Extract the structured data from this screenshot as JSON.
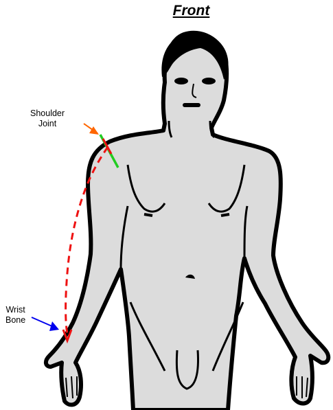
{
  "title": "Front",
  "labels": {
    "shoulder": {
      "line1": "Shoulder",
      "line2": "Joint"
    },
    "wrist": {
      "line1": "Wrist",
      "line2": "Bone"
    }
  },
  "colors": {
    "body_fill": "#dcdcdc",
    "outline": "#000000",
    "shoulder_arrow": "#ff6600",
    "wrist_arrow": "#0000ee",
    "measure_line": "#ee1111",
    "joint_marker": "#22cc22"
  }
}
